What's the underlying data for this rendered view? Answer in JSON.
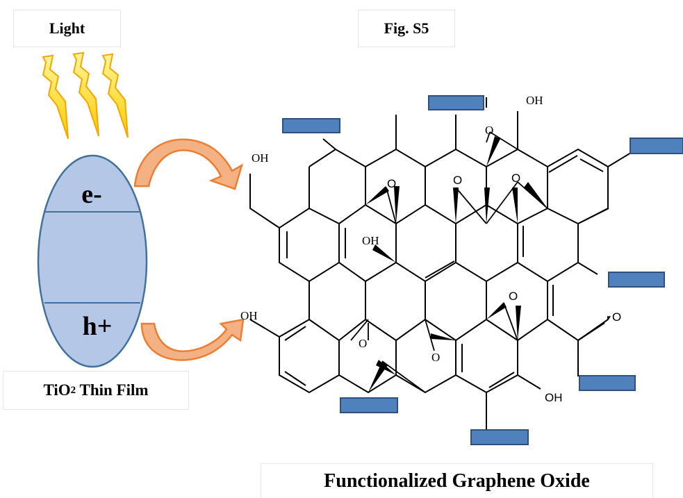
{
  "labels": {
    "light": "Light",
    "figure": "Fig. S5",
    "film_main": "TiO",
    "film_sub": "2",
    "film_rest": " Thin Film",
    "graphene_oxide": "Functionalized Graphene Oxide"
  },
  "ellipse": {
    "top": "e-",
    "bottom": "h+"
  },
  "chem": {
    "oh": "OH",
    "o": "O"
  },
  "colors": {
    "ellipse_fill": "#b4c7e7",
    "ellipse_stroke": "#41719c",
    "arrow_fill": "#f4b183",
    "arrow_stroke": "#ed7d31",
    "rect_fill": "#4f81bd",
    "rect_stroke": "#2f4f7f",
    "bolt_fill": "#ffd700",
    "bolt_stroke": "#f7a600"
  }
}
